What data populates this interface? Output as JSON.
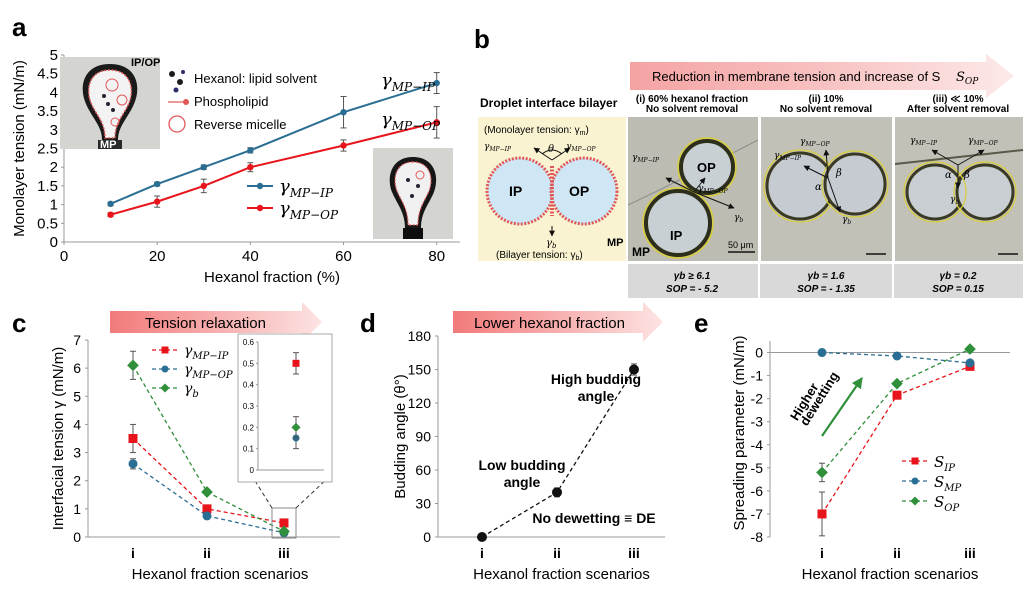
{
  "colors": {
    "ip": "#2a6f93",
    "op": "#e8141b",
    "b": "#2f8f3a",
    "dashed_black": "#111111",
    "banner_light": "#fde3e3",
    "banner_dark": "#f27a7a",
    "panel_bg": "#faf3d2",
    "micrograph": "#b9b9b1",
    "table_bg": "#d9d9d9"
  },
  "panels": {
    "a": {
      "label": "a"
    },
    "b": {
      "label": "b",
      "banner": "Reduction in membrane tension and increase of S",
      "banner_sub": "OP",
      "schematic_title": "Droplet interface bilayer",
      "monolayer_note": "(Monolayer tension: γ",
      "monolayer_note_sub": "m",
      "bilayer_note": "(Bilayer tension: γ",
      "bilayer_note_sub": "b",
      "ip": "IP",
      "op": "OP",
      "mp": "MP",
      "theta": "θ",
      "g_mp_ip": "γ",
      "sub_mp_ip": "MP−IP",
      "sub_mp_op": "MP−OP",
      "gb": "γ",
      "gb_sub": "b",
      "alpha": "α",
      "beta": "β",
      "scale": "50 μm",
      "headers": [
        [
          "(i) 60% hexanol fraction",
          "No solvent removal"
        ],
        [
          "(ii) 10%",
          "No solvent removal"
        ],
        [
          "(iii) ≪ 10%",
          "After solvent removal"
        ]
      ],
      "values": [
        [
          "γb ≥ 6.1",
          "SOP = - 5.2"
        ],
        [
          "γb = 1.6",
          "SOP = - 1.35"
        ],
        [
          "γb = 0.2",
          "SOP = 0.15"
        ]
      ]
    },
    "c": {
      "label": "c",
      "banner": "Tension relaxation"
    },
    "d": {
      "label": "d",
      "banner": "Lower hexanol fraction"
    },
    "e": {
      "label": "e",
      "arrow_text": [
        "Higher",
        "dewetting"
      ]
    }
  },
  "inset_a": {
    "ipop": "IP/OP",
    "mp": "MP",
    "legend": [
      "Hexanol: lipid solvent",
      "Phospholipid",
      "Reverse micelle"
    ]
  },
  "chart_data": [
    {
      "type": "line",
      "id": "a",
      "xlabel": "Hexanol fraction (%)",
      "ylabel": "Monolayer tension (mN/m)",
      "xlim": [
        0,
        85
      ],
      "ylim": [
        0,
        5
      ],
      "xticks": [
        0,
        20,
        40,
        60,
        80
      ],
      "yticks": [
        0,
        0.5,
        1,
        1.5,
        2,
        2.5,
        3,
        3.5,
        4,
        4.5,
        5
      ],
      "ytick_labels": [
        "0",
        "0.5",
        "1",
        "1.5",
        "2",
        "2.5",
        "3",
        "3.5",
        "4",
        "4.5",
        "5"
      ],
      "x": [
        10,
        20,
        30,
        40,
        60,
        80
      ],
      "series": [
        {
          "name": "γMP−IP",
          "label_main": "γ",
          "label_sub": "MP−IP",
          "color_key": "ip",
          "values": [
            1.02,
            1.55,
            2.0,
            2.45,
            3.47,
            4.25
          ],
          "err": [
            0.05,
            0.05,
            0.06,
            0.07,
            0.42,
            0.28
          ]
        },
        {
          "name": "γMP−OP",
          "label_main": "γ",
          "label_sub": "MP−OP",
          "color_key": "op",
          "values": [
            0.73,
            1.08,
            1.5,
            2.0,
            2.58,
            3.2
          ],
          "err": [
            0.05,
            0.15,
            0.18,
            0.12,
            0.15,
            0.42
          ]
        }
      ]
    },
    {
      "type": "line",
      "id": "c",
      "xlabel": "Hexanol fraction scenarios",
      "ylabel": "Interfacial tension γ (mN/m)",
      "ylim": [
        0,
        7
      ],
      "yticks": [
        0,
        1,
        2,
        3,
        4,
        5,
        6,
        7
      ],
      "categories": [
        "i",
        "ii",
        "iii"
      ],
      "series": [
        {
          "name": "γMP−IP",
          "label_main": "γ",
          "label_sub": "MP−IP",
          "color_key": "op",
          "marker": "square",
          "values": [
            3.5,
            1.0,
            0.5
          ],
          "err": [
            0.5,
            0.08,
            0.05
          ]
        },
        {
          "name": "γMP−OP",
          "label_main": "γ",
          "label_sub": "MP−OP",
          "color_key": "ip",
          "marker": "circle",
          "values": [
            2.6,
            0.75,
            0.15
          ],
          "err": [
            0.18,
            0.06,
            0.05
          ]
        },
        {
          "name": "γb",
          "label_main": "γ",
          "label_sub": "b",
          "color_key": "b",
          "marker": "diamond",
          "values": [
            6.1,
            1.6,
            0.2
          ],
          "err": [
            0.5,
            0.06,
            0.05
          ]
        }
      ],
      "inset": {
        "ylim": [
          0,
          0.6
        ],
        "yticks": [
          0,
          0.1,
          0.2,
          0.3,
          0.4,
          0.5,
          0.6
        ],
        "ytick_labels": [
          "0",
          "0.1",
          "0.2",
          "0.3",
          "0.4",
          "0.5",
          "0.6"
        ]
      }
    },
    {
      "type": "line",
      "id": "d",
      "xlabel": "Hexanol fraction scenarios",
      "ylabel": "Budding angle (θ°)",
      "ylim": [
        0,
        180
      ],
      "yticks": [
        0,
        30,
        60,
        90,
        120,
        150,
        180
      ],
      "categories": [
        "i",
        "ii",
        "iii"
      ],
      "series": [
        {
          "name": "",
          "color_key": "dashed_black",
          "values": [
            0,
            40,
            150
          ],
          "err": [
            0,
            4,
            5
          ]
        }
      ],
      "annotations": [
        {
          "text": [
            "High budding",
            "angle"
          ]
        },
        {
          "text": [
            "Low budding",
            "angle"
          ]
        },
        {
          "text": [
            "No dewetting ≡ DE"
          ]
        }
      ]
    },
    {
      "type": "line",
      "id": "e",
      "xlabel": "Hexanol fraction scenarios",
      "ylabel": "Spreading parameter (mN/m)",
      "ylim": [
        -8,
        0.5
      ],
      "yticks": [
        -8,
        -7,
        -6,
        -5,
        -4,
        -3,
        -2,
        -1,
        0
      ],
      "categories": [
        "i",
        "ii",
        "iii"
      ],
      "series": [
        {
          "name": "SIP",
          "label_main": "S",
          "label_sub": "IP",
          "color_key": "op",
          "marker": "square",
          "values": [
            -7.0,
            -1.85,
            -0.6
          ],
          "err": [
            0.95,
            0.12,
            0.15
          ]
        },
        {
          "name": "SMP",
          "label_main": "S",
          "label_sub": "MP",
          "color_key": "ip",
          "marker": "circle",
          "values": [
            0.0,
            -0.15,
            -0.45
          ],
          "err": [
            0.05,
            0.05,
            0.05
          ]
        },
        {
          "name": "SOP",
          "label_main": "S",
          "label_sub": "OP",
          "color_key": "b",
          "marker": "diamond",
          "values": [
            -5.2,
            -1.35,
            0.15
          ],
          "err": [
            0.4,
            0.08,
            0.05
          ]
        }
      ]
    }
  ]
}
